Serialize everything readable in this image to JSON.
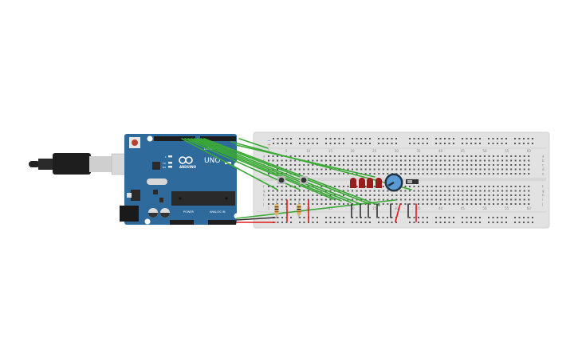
{
  "arduino": {
    "brand": "ARDUINO",
    "model": "UNO",
    "header_digital": "DIGITAL",
    "header_power": "POWER",
    "header_analog": "ANALOG IN",
    "led_labels": [
      "L",
      "TX",
      "RX"
    ]
  },
  "breadboard": {
    "column_numbers": [
      "1",
      "5",
      "10",
      "15",
      "20",
      "25",
      "30",
      "35",
      "40",
      "45",
      "50",
      "55",
      "60"
    ],
    "rows_top": [
      "a",
      "b",
      "c",
      "d",
      "e"
    ],
    "rows_bottom": [
      "f",
      "g",
      "h",
      "i",
      "j"
    ],
    "rail_minus": "−",
    "rail_plus": "+"
  },
  "colors": {
    "board": "#2f6a9c",
    "breadboard": "#e2e2e2",
    "wire_green": "#3aa935",
    "wire_red": "#e21b1b",
    "wire_black": "#333333",
    "led": "#9b1c1c",
    "pot": "#5b9bd5"
  },
  "components": {
    "pushbuttons": 2,
    "leds": 4,
    "resistors": 2,
    "potentiometer": 1,
    "slide_switch": 1
  }
}
